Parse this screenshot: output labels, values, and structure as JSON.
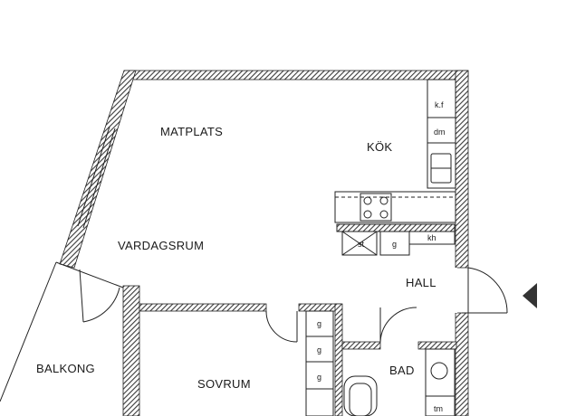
{
  "rooms": {
    "matplats": "MATPLATS",
    "kok": "KÖK",
    "vardagsrum": "VARDAGSRUM",
    "hall": "HALL",
    "balkong": "BALKONG",
    "sovrum": "SOVRUM",
    "bad": "BAD"
  },
  "fixtures": {
    "kf": "k.f",
    "dm": "dm",
    "st": "st",
    "g": "g",
    "kh": "kh",
    "tm": "tm"
  },
  "colors": {
    "wall": "#4a4a4a",
    "line": "#222222",
    "background": "#ffffff"
  },
  "icons": {
    "entrance": "entrance-arrow-icon"
  }
}
